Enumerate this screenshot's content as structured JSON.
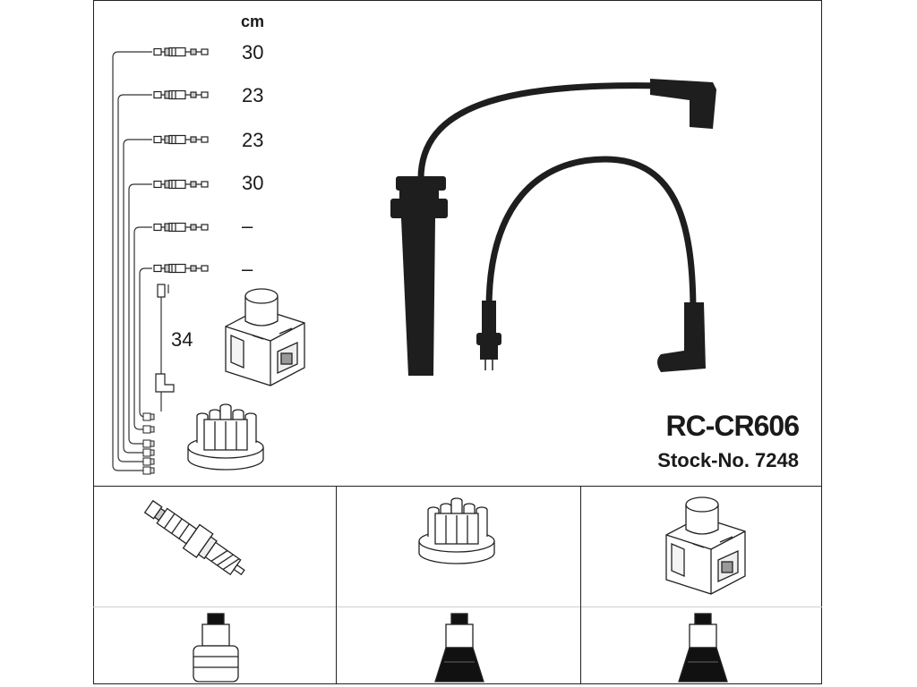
{
  "header": {
    "unit": "cm"
  },
  "lengths": [
    "30",
    "23",
    "23",
    "30",
    "–",
    "–"
  ],
  "coil_lead_length": "34",
  "product": {
    "model": "RC-CR606",
    "stock_label": "Stock-No. 7248"
  },
  "colors": {
    "line": "#222222",
    "fill_dark": "#1e1e1e"
  },
  "icons": [
    "wire-set-diagram",
    "ignition-coil-icon",
    "distributor-cap-icon",
    "spark-plug-icon",
    "connector-boot-icon"
  ]
}
